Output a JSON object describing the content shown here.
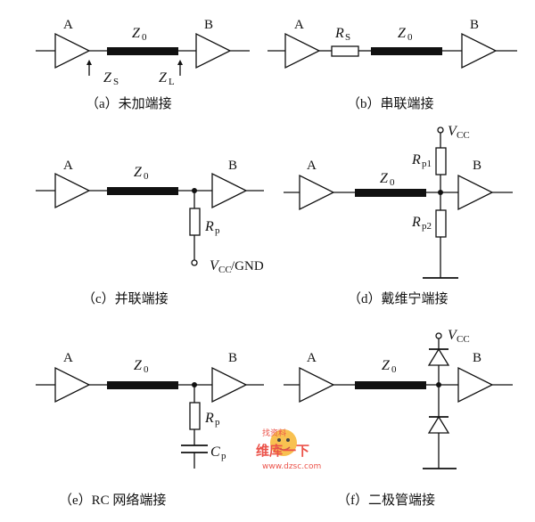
{
  "labels": {
    "a": "A",
    "b": "B",
    "z0": "Z",
    "z0_sub": "0",
    "rs": "R",
    "rs_sub": "S",
    "zs": "Z",
    "zs_sub": "S",
    "zl": "Z",
    "zl_sub": "L",
    "rp": "R",
    "rp_sub": "p",
    "rp1_sub": "p1",
    "rp2_sub": "p2",
    "vcc": "V",
    "vcc_sub": "CC",
    "vcc_gnd_tail": "/GND",
    "cp": "C",
    "cp_sub": "p"
  },
  "captions": {
    "a": "（a）未加端接",
    "b": "（b）串联端接",
    "c": "（c）并联端接",
    "d": "（d）戴维宁端接",
    "e": "（e）RC 网络端接",
    "f": "（f）二极管端接"
  },
  "watermark": {
    "top": "找资料",
    "main": "维库一下",
    "url": "www.dzsc.com"
  }
}
